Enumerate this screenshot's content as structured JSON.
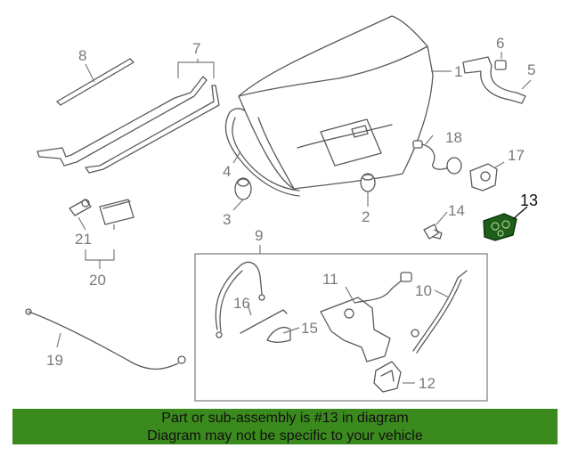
{
  "diagram": {
    "callouts": [
      {
        "id": "1",
        "label": "1"
      },
      {
        "id": "2",
        "label": "2"
      },
      {
        "id": "3",
        "label": "3"
      },
      {
        "id": "4",
        "label": "4"
      },
      {
        "id": "5",
        "label": "5"
      },
      {
        "id": "6",
        "label": "6"
      },
      {
        "id": "7",
        "label": "7"
      },
      {
        "id": "8",
        "label": "8"
      },
      {
        "id": "9",
        "label": "9"
      },
      {
        "id": "10",
        "label": "10"
      },
      {
        "id": "11",
        "label": "11"
      },
      {
        "id": "12",
        "label": "12"
      },
      {
        "id": "13",
        "label": "13"
      },
      {
        "id": "14",
        "label": "14"
      },
      {
        "id": "15",
        "label": "15"
      },
      {
        "id": "16",
        "label": "16"
      },
      {
        "id": "17",
        "label": "17"
      },
      {
        "id": "18",
        "label": "18"
      },
      {
        "id": "19",
        "label": "19"
      },
      {
        "id": "20",
        "label": "20"
      },
      {
        "id": "21",
        "label": "21"
      }
    ],
    "highlighted_part": "13",
    "part_color": "#5a5a5a",
    "highlight_color": "#1f5e1a"
  },
  "footer": {
    "line1": "Part or sub-assembly is #13 in diagram",
    "line2": "Diagram may not be specific to your vehicle",
    "background": "#3b8a1e"
  }
}
